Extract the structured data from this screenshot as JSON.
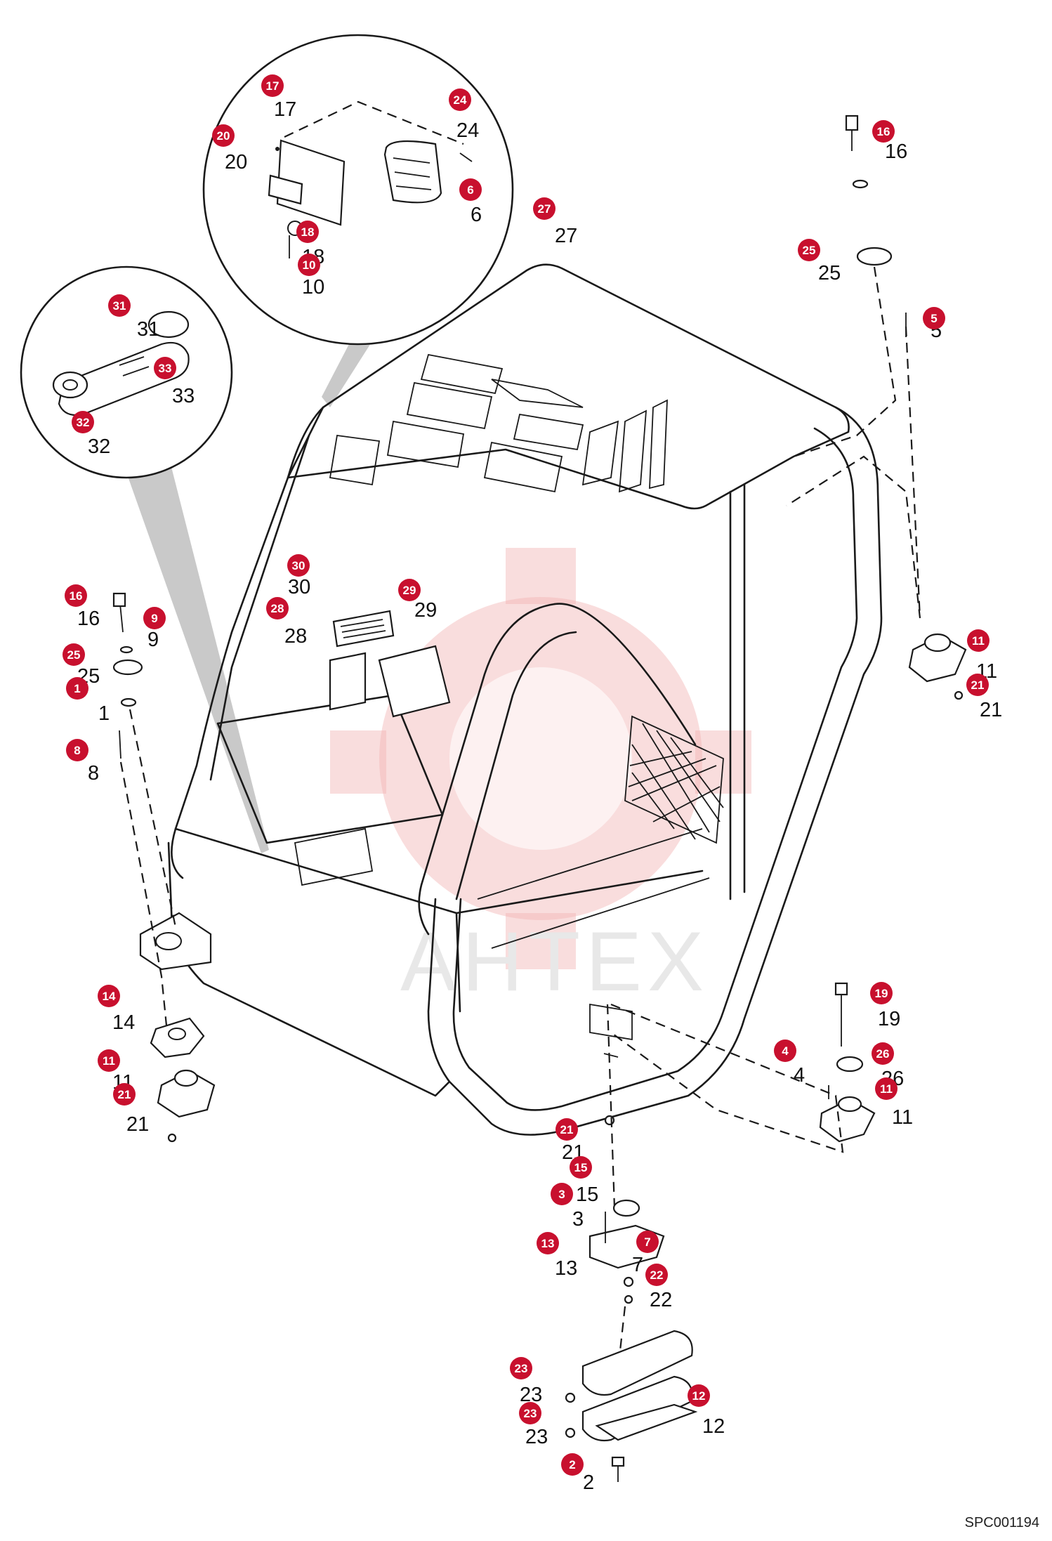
{
  "drawing_code": "SPC001194",
  "watermark": "АНТЕХ",
  "callouts": [
    {
      "n": "1",
      "text": "1"
    },
    {
      "n": "2",
      "text": "2"
    },
    {
      "n": "3",
      "text": "3"
    },
    {
      "n": "4",
      "text": "4"
    },
    {
      "n": "5",
      "text": "5"
    },
    {
      "n": "6",
      "text": "6"
    },
    {
      "n": "7",
      "text": "7"
    },
    {
      "n": "8",
      "text": "8"
    },
    {
      "n": "9",
      "text": "9"
    },
    {
      "n": "10",
      "text": "10"
    },
    {
      "n": "11",
      "text": "11"
    },
    {
      "n": "12",
      "text": "12"
    },
    {
      "n": "13",
      "text": "13"
    },
    {
      "n": "14",
      "text": "14"
    },
    {
      "n": "15",
      "text": "15"
    },
    {
      "n": "16",
      "text": "16"
    },
    {
      "n": "17",
      "text": "17"
    },
    {
      "n": "18",
      "text": "18"
    },
    {
      "n": "19",
      "text": "19"
    },
    {
      "n": "20",
      "text": "20"
    },
    {
      "n": "21",
      "text": "21"
    },
    {
      "n": "22",
      "text": "22"
    },
    {
      "n": "23",
      "text": "23"
    },
    {
      "n": "24",
      "text": "24"
    },
    {
      "n": "25",
      "text": "25"
    },
    {
      "n": "26",
      "text": "26"
    },
    {
      "n": "27",
      "text": "27"
    },
    {
      "n": "28",
      "text": "28"
    },
    {
      "n": "29",
      "text": "29"
    },
    {
      "n": "30",
      "text": "30"
    },
    {
      "n": "31",
      "text": "31"
    },
    {
      "n": "32",
      "text": "32"
    },
    {
      "n": "33",
      "text": "33"
    }
  ]
}
